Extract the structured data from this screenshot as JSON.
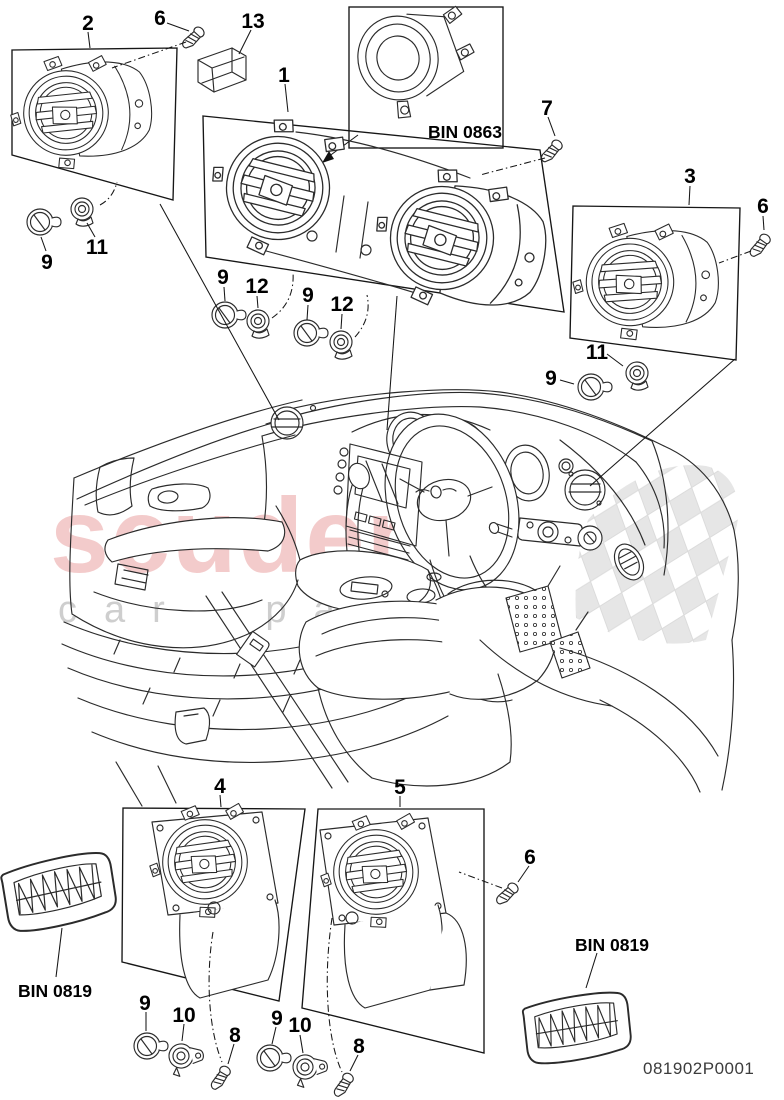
{
  "diagram": {
    "type": "exploded-parts-diagram",
    "code": "081902P0001",
    "ink_color": "#2b2b2b",
    "bin_boxes": {
      "instrument_pack": "BIN 0863",
      "grille_left": "BIN 0819",
      "grille_right": "BIN 0819"
    },
    "callouts": {
      "c2": "2",
      "c6a": "6",
      "c13": "13",
      "c1": "1",
      "c7": "7",
      "c3": "3",
      "c6b": "6",
      "c9a": "9",
      "c11a": "11",
      "c9b": "9",
      "c12a": "12",
      "c9c": "9",
      "c12b": "12",
      "c11b": "11",
      "c9d": "9",
      "c4": "4",
      "c5": "5",
      "c6c": "6",
      "c9e": "9",
      "c10a": "10",
      "c8a": "8",
      "c9f": "9",
      "c10b": "10",
      "c8b": "8"
    },
    "watermark": {
      "brand": "scuderia",
      "tagline": "car parts",
      "brand_color": "#f2c3c3",
      "tagline_color": "#c9c9c9",
      "checker_color": "#dedede"
    }
  }
}
